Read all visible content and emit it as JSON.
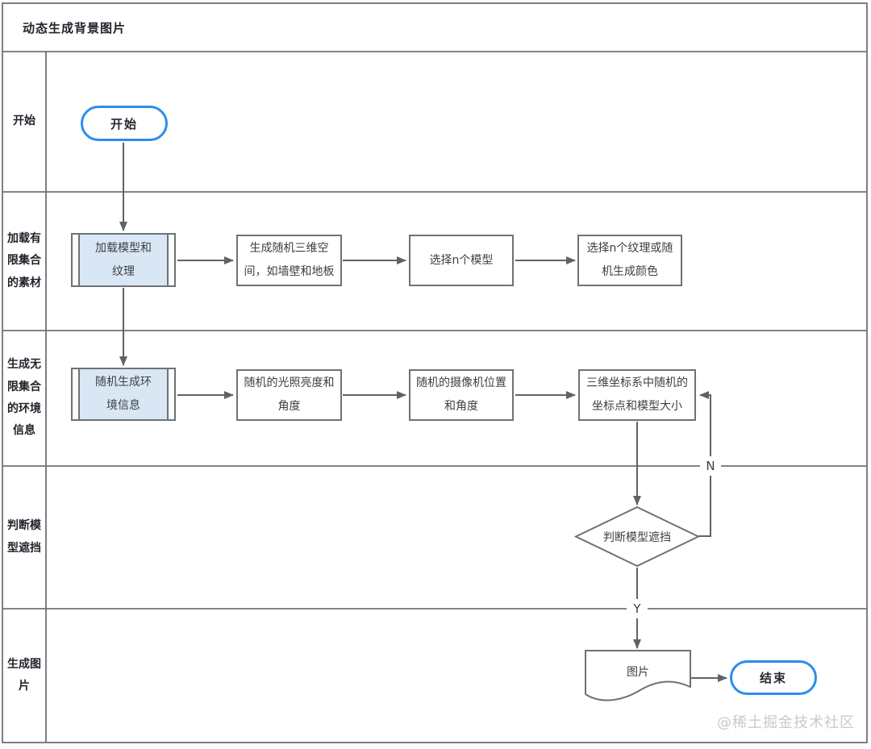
{
  "title": "动态生成背景图片",
  "watermark": "@稀土掘金技术社区",
  "colors": {
    "accent_blue": "#2d8cf0",
    "predef_fill_blue": "#d9e7f5",
    "border_gray": "#6e7276",
    "arrow_gray": "#5f6368"
  },
  "lanes": [
    {
      "label": "开始"
    },
    {
      "label": "加载有\n限集合\n的素材"
    },
    {
      "label": "生成无\n限集合\n的环境\n信息"
    },
    {
      "label": "判断模\n型遮挡"
    },
    {
      "label": "生成图\n片"
    }
  ],
  "flow": {
    "start": "开始",
    "load_model": "加载模型和\n纹理",
    "gen_space": "生成随机三维空\n间，如墙壁和地板",
    "pick_models": "选择n个模型",
    "pick_textures": "选择n个纹理或随\n机生成颜色",
    "gen_env": "随机生成环\n境信息",
    "light": "随机的光照亮度和\n角度",
    "camera": "随机的摄像机位置\n和角度",
    "coords": "三维坐标系中随机的\n坐标点和模型大小",
    "decision": "判断模型遮挡",
    "image_doc": "图片",
    "end": "结束",
    "branch_no": "N",
    "branch_yes": "Y"
  }
}
